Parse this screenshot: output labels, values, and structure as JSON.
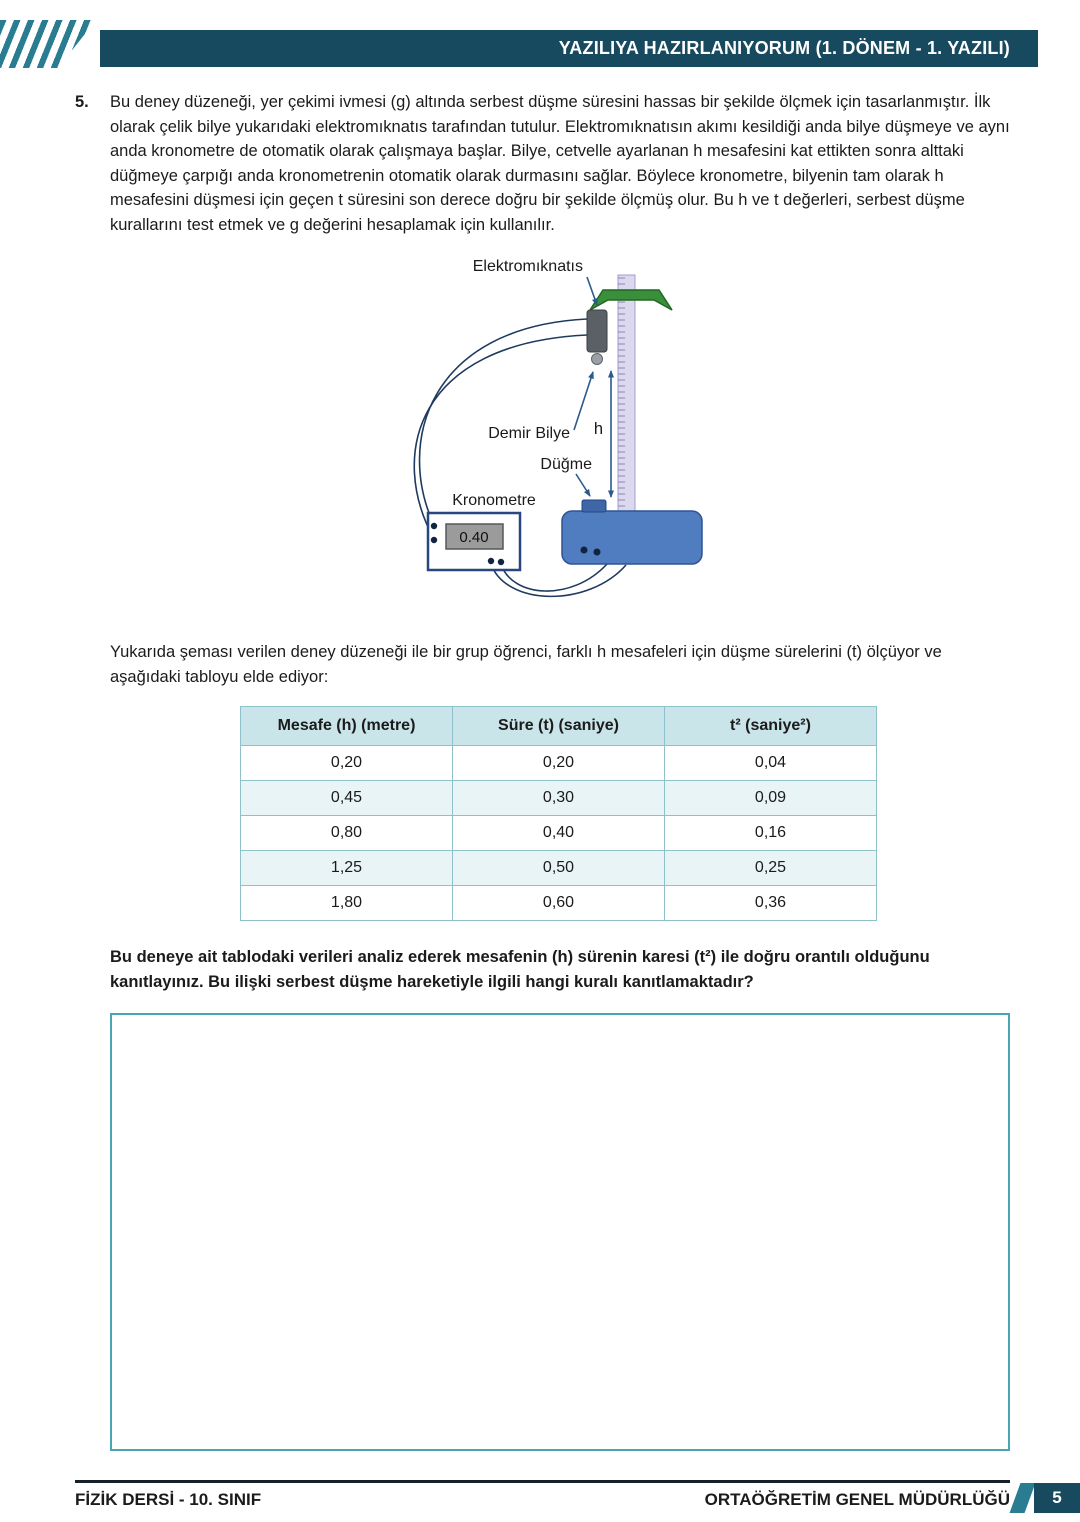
{
  "header": {
    "title": "YAZILIYA HAZIRLANIYORUM (1. DÖNEM - 1. YAZILI)"
  },
  "question": {
    "number": "5.",
    "intro": "Bu deney düzeneği, yer çekimi ivmesi (g) altında serbest düşme süresini hassas bir şekilde ölçmek için tasarlanmıştır. İlk olarak çelik bilye yukarıdaki elektromıknatıs tarafından tutulur. Elektromıknatısın akımı kesildiği anda bilye düşmeye ve aynı anda kronometre de otomatik olarak çalışmaya başlar. Bilye, cetvelle ayarlanan h mesafesini kat ettikten sonra alttaki düğmeye çarpığı anda kronometrenin otomatik olarak durmasını sağlar. Böylece kronometre, bilyenin tam olarak h mesafesini düşmesi için geçen t süresini son derece doğru bir şekilde ölçmüş olur. Bu h ve t değerleri, serbest düşme kurallarını test etmek ve g değerini hesaplamak için kullanılır.",
    "table_intro": "Yukarıda şeması verilen deney düzeneği ile bir grup öğrenci, farklı h mesafeleri için düşme sürelerini (t) ölçüyor ve aşağıdaki tabloyu elde ediyor:",
    "prompt": "Bu deneye ait tablodaki verileri analiz ederek mesafenin (h) sürenin karesi (t²) ile doğru orantılı olduğunu kanıtlayınız. Bu ilişki serbest düşme hareketiyle ilgili hangi kuralı kanıtlamaktadır?"
  },
  "diagram": {
    "labels": {
      "electromagnet": "Elektromıknatıs",
      "ball": "Demir Bilye",
      "height": "h",
      "button": "Düğme",
      "chronometer": "Kronometre"
    },
    "chronometer_reading": "0.40"
  },
  "table": {
    "headers": [
      "Mesafe (h) (metre)",
      "Süre (t) (saniye)",
      "t² (saniye²)"
    ],
    "rows": [
      [
        "0,20",
        "0,20",
        "0,04"
      ],
      [
        "0,45",
        "0,30",
        "0,09"
      ],
      [
        "0,80",
        "0,40",
        "0,16"
      ],
      [
        "1,25",
        "0,50",
        "0,25"
      ],
      [
        "1,80",
        "0,60",
        "0,36"
      ]
    ]
  },
  "footer": {
    "course": "FİZİK DERSİ - 10. SINIF",
    "institution": "ORTAÖĞRETİM GENEL MÜDÜRLÜĞÜ",
    "page": "5"
  }
}
